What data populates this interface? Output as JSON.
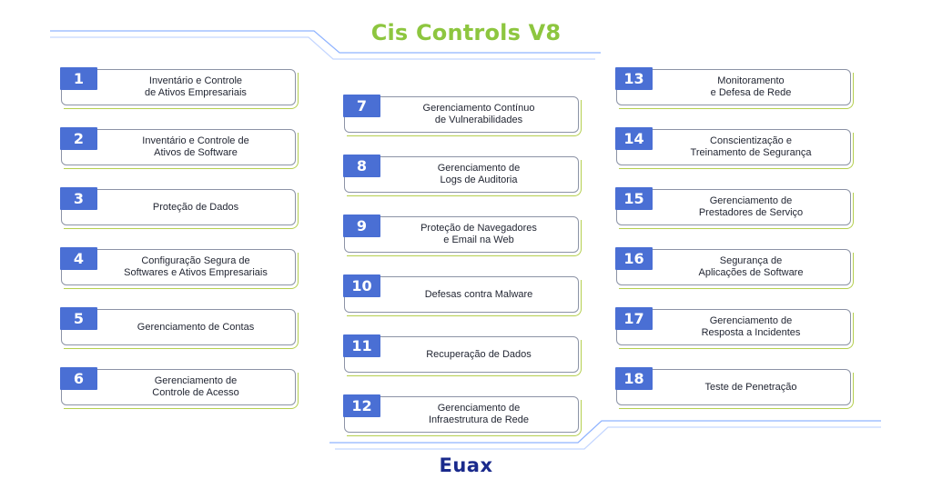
{
  "title": "Cis Controls V8",
  "logo": "Euax",
  "colors": {
    "title": "#8dc63f",
    "number_badge": "#4a6fd4",
    "accent_line": "#b5cf4f",
    "box_border": "#8c93a6",
    "decor_line": "#8fb3ff",
    "logo": "#1a2a8c"
  },
  "controls": [
    {
      "number": "1",
      "line1": "Inventário e Controle",
      "line2": "de Ativos Empresariais"
    },
    {
      "number": "2",
      "line1": "Inventário e Controle de",
      "line2": "Ativos de Software"
    },
    {
      "number": "3",
      "line1": "Proteção de Dados",
      "line2": ""
    },
    {
      "number": "4",
      "line1": "Configuração Segura de",
      "line2": "Softwares e Ativos Empresariais"
    },
    {
      "number": "5",
      "line1": "Gerenciamento de Contas",
      "line2": ""
    },
    {
      "number": "6",
      "line1": "Gerenciamento de",
      "line2": "Controle de Acesso"
    },
    {
      "number": "7",
      "line1": "Gerenciamento Contínuo",
      "line2": "de Vulnerabilidades"
    },
    {
      "number": "8",
      "line1": "Gerenciamento de",
      "line2": "Logs de Auditoria"
    },
    {
      "number": "9",
      "line1": "Proteção de Navegadores",
      "line2": "e Email na Web"
    },
    {
      "number": "10",
      "line1": "Defesas contra Malware",
      "line2": ""
    },
    {
      "number": "11",
      "line1": "Recuperação de Dados",
      "line2": ""
    },
    {
      "number": "12",
      "line1": "Gerenciamento de",
      "line2": "Infraestrutura de Rede"
    },
    {
      "number": "13",
      "line1": "Monitoramento",
      "line2": "e Defesa de Rede"
    },
    {
      "number": "14",
      "line1": "Conscientização e",
      "line2": "Treinamento de Segurança"
    },
    {
      "number": "15",
      "line1": "Gerenciamento de",
      "line2": "Prestadores de Serviço"
    },
    {
      "number": "16",
      "line1": "Segurança de",
      "line2": "Aplicações de Software"
    },
    {
      "number": "17",
      "line1": "Gerenciamento de",
      "line2": "Resposta a Incidentes"
    },
    {
      "number": "18",
      "line1": "Teste de Penetração",
      "line2": ""
    }
  ]
}
